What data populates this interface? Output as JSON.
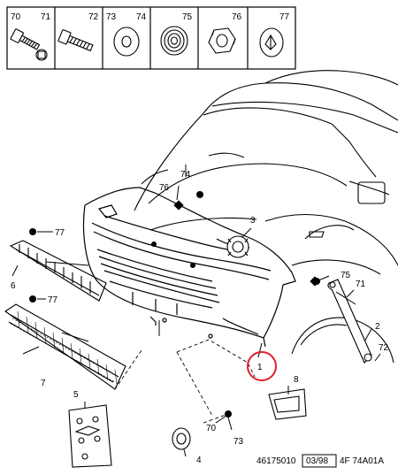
{
  "parts_table": {
    "cells": [
      {
        "labels": [
          "70",
          "71"
        ],
        "icon": "bolt-with-washer-icon"
      },
      {
        "labels": [
          "72"
        ],
        "icon": "long-bolt-icon"
      },
      {
        "labels": [
          "73",
          "74"
        ],
        "icon": "flat-washer-icon"
      },
      {
        "labels": [
          "75"
        ],
        "icon": "lock-nut-icon"
      },
      {
        "labels": [
          "76"
        ],
        "icon": "hex-nut-icon"
      },
      {
        "labels": [
          "77"
        ],
        "icon": "plastic-clip-icon"
      }
    ]
  },
  "callouts": {
    "c1": "1",
    "c2": "2",
    "c3": "3",
    "c4": "4",
    "c5": "5",
    "c6": "6",
    "c7": "7",
    "c8": "8",
    "c70": "70",
    "c71": "71",
    "c72": "72",
    "c73": "73",
    "c74": "74",
    "c75": "75",
    "c76": "76",
    "c77a": "77",
    "c77b": "77"
  },
  "footer": {
    "ref": "46175010",
    "date": "03/98",
    "code": "4F 74A01A"
  },
  "highlight": {
    "color": "#e0202a",
    "target": "1"
  }
}
